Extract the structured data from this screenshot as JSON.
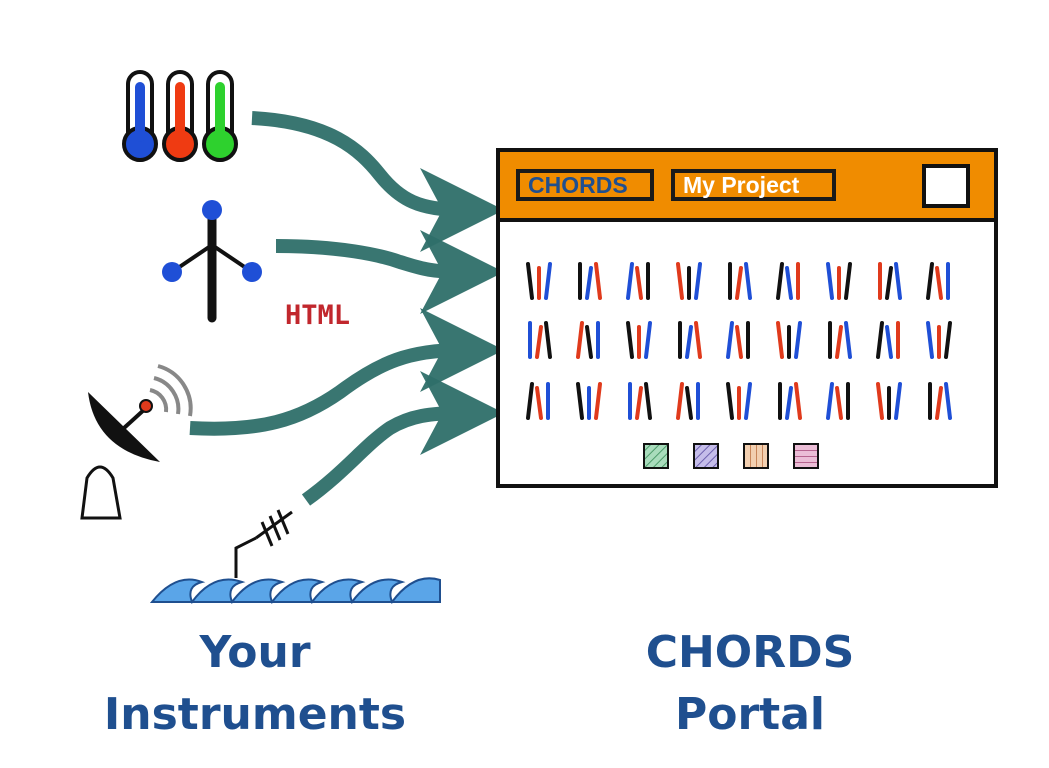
{
  "captions": {
    "instruments_line1": "Your",
    "instruments_line2": "Instruments",
    "portal_line1": "CHORDS",
    "portal_line2": "Portal"
  },
  "overlay_label": "HTML",
  "portal_window": {
    "app_chip": "CHORDS",
    "project_chip": "My Project",
    "header_color": "#f08c00"
  },
  "instruments": [
    {
      "icon": "thermometer-blue-icon"
    },
    {
      "icon": "thermometer-red-icon"
    },
    {
      "icon": "thermometer-green-icon"
    },
    {
      "icon": "anemometer-icon"
    },
    {
      "icon": "satellite-dish-icon"
    },
    {
      "icon": "wave-antenna-icon"
    }
  ],
  "colors": {
    "arrow": "#2f6f6a",
    "caption": "#1f4f8f",
    "html_label": "#c1272d",
    "bar_black": "#111111",
    "bar_red": "#e03a1c",
    "bar_blue": "#1f4fd6"
  },
  "swatches": [
    {
      "name": "green-swatch",
      "color": "#7fc79a"
    },
    {
      "name": "purple-swatch",
      "color": "#9d8fd1"
    },
    {
      "name": "tan-swatch",
      "color": "#e5b38a"
    },
    {
      "name": "pink-swatch",
      "color": "#d98fb8"
    }
  ]
}
